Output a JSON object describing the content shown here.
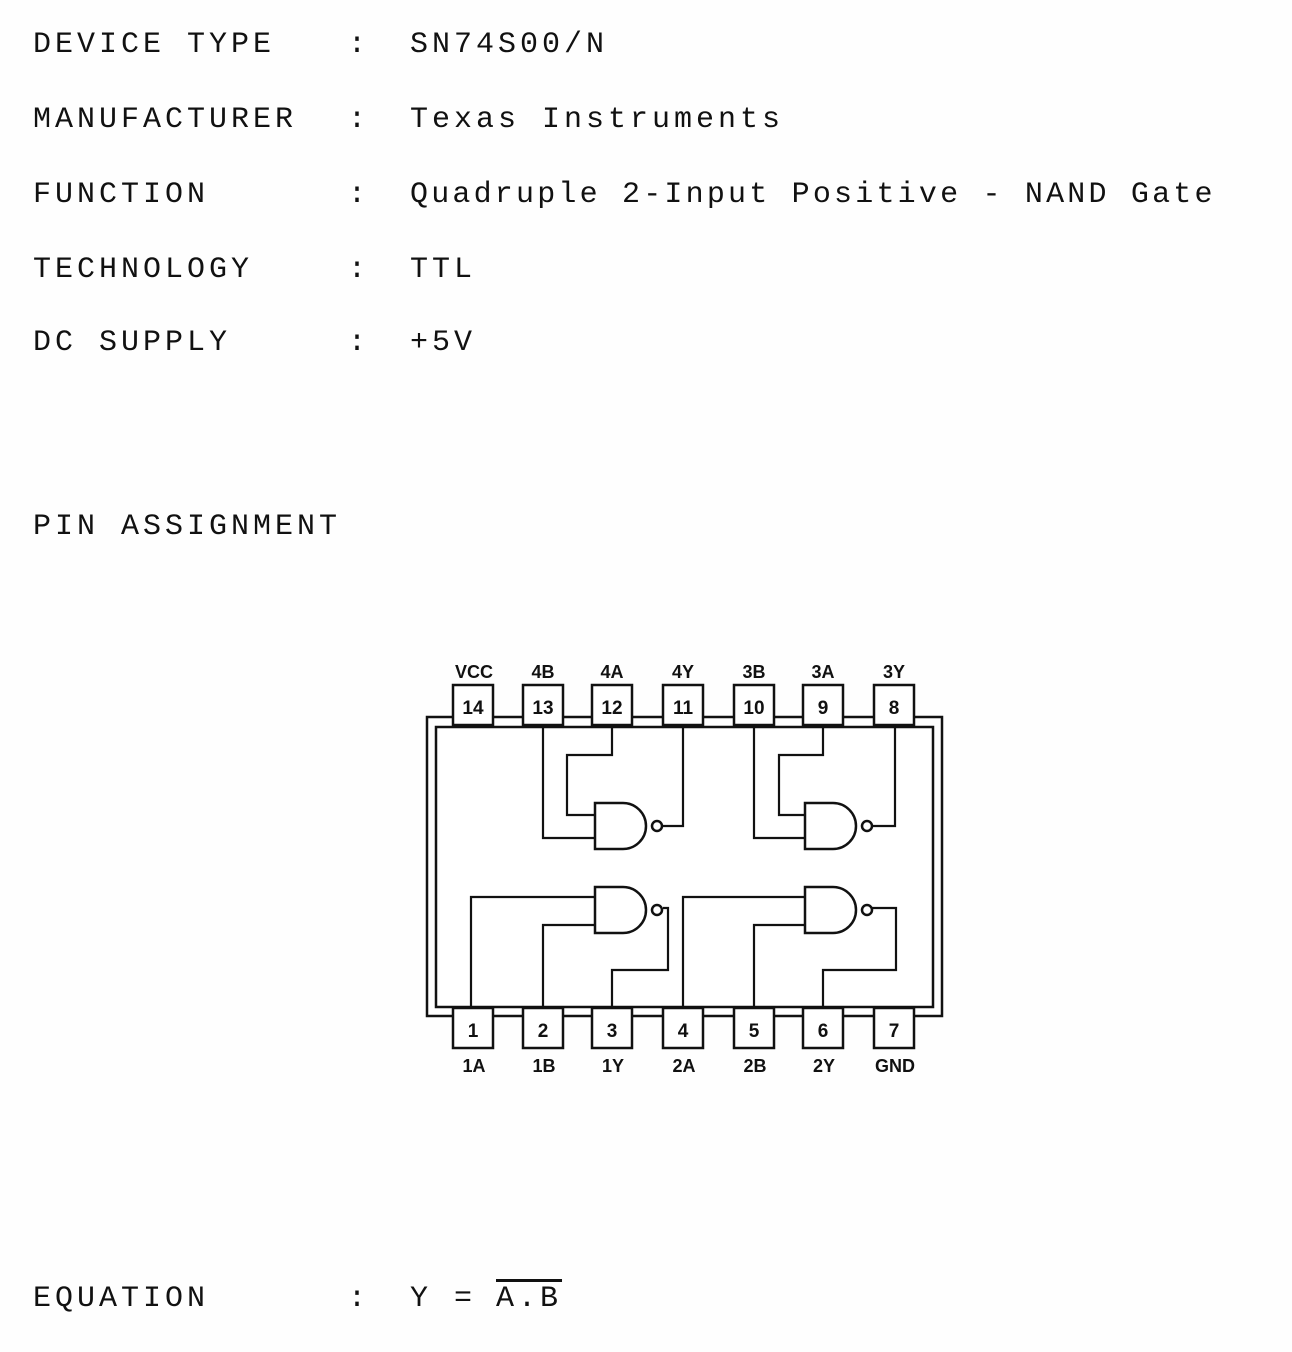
{
  "fields": [
    {
      "label": "DEVICE TYPE",
      "value": "SN74S00/N"
    },
    {
      "label": "MANUFACTURER",
      "value": "Texas Instruments"
    },
    {
      "label": "FUNCTION",
      "value": "Quadruple 2-Input Positive - NAND Gate"
    },
    {
      "label": "TECHNOLOGY",
      "value": "TTL"
    },
    {
      "label": "DC SUPPLY",
      "value": "+5V"
    }
  ],
  "separator": ":",
  "pin_heading": "PIN ASSIGNMENT",
  "pins_top": [
    {
      "num": "14",
      "name": "VCC"
    },
    {
      "num": "13",
      "name": "4B"
    },
    {
      "num": "12",
      "name": "4A"
    },
    {
      "num": "11",
      "name": "4Y"
    },
    {
      "num": "10",
      "name": "3B"
    },
    {
      "num": "9",
      "name": "3A"
    },
    {
      "num": "8",
      "name": "3Y"
    }
  ],
  "pins_bottom": [
    {
      "num": "1",
      "name": "1A"
    },
    {
      "num": "2",
      "name": "1B"
    },
    {
      "num": "3",
      "name": "1Y"
    },
    {
      "num": "4",
      "name": "2A"
    },
    {
      "num": "5",
      "name": "2B"
    },
    {
      "num": "6",
      "name": "2Y"
    },
    {
      "num": "7",
      "name": "GND"
    }
  ],
  "equation": {
    "label": "EQUATION",
    "lhs": "Y =",
    "rhs": "A.B"
  }
}
